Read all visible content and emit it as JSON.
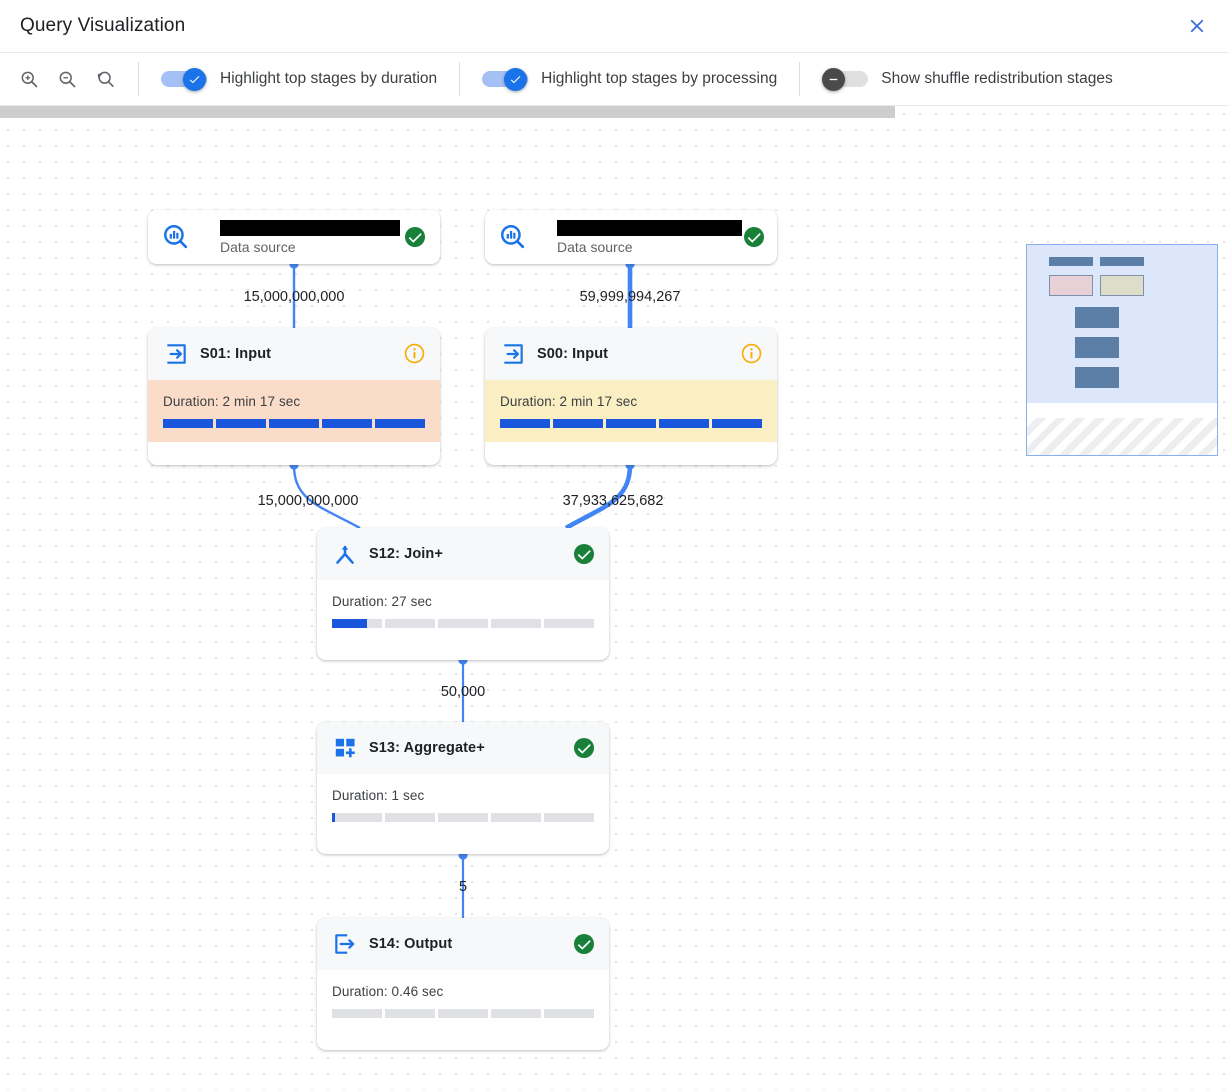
{
  "header": {
    "title": "Query Visualization",
    "close_icon": "close-icon"
  },
  "toolbar": {
    "zoom_in_icon": "zoom-in-icon",
    "zoom_out_icon": "zoom-out-icon",
    "zoom_reset_icon": "zoom-reset-icon",
    "toggles": [
      {
        "label": "Highlight top stages by duration",
        "on": true
      },
      {
        "label": "Highlight top stages by processing",
        "on": true
      },
      {
        "label": "Show shuffle redistribution stages",
        "on": false
      }
    ]
  },
  "colors": {
    "accent": "#1a73e8",
    "success": "#188038",
    "warning": "#f9ab00",
    "duration_highlight": "#fadcc8",
    "processing_highlight": "#faeec3",
    "bar_fill": "#1a56db"
  },
  "graph": {
    "nodes": [
      {
        "id": "ds1",
        "type": "datasource",
        "icon": "bigquery-datasource-icon",
        "title_redacted": true,
        "subtitle": "Data source",
        "status_icon": "check-circle-icon"
      },
      {
        "id": "ds2",
        "type": "datasource",
        "icon": "bigquery-datasource-icon",
        "title_redacted": true,
        "subtitle": "Data source",
        "status_icon": "check-circle-icon"
      },
      {
        "id": "s01",
        "type": "stage",
        "icon": "input-arrow-icon",
        "title": "S01: Input",
        "status_icon": "info-icon",
        "duration_label": "Duration: 2 min 17 sec",
        "highlight": "duration",
        "bar_segments": [
          100,
          100,
          100,
          100,
          100
        ]
      },
      {
        "id": "s00",
        "type": "stage",
        "icon": "input-arrow-icon",
        "title": "S00: Input",
        "status_icon": "info-icon",
        "duration_label": "Duration: 2 min 17 sec",
        "highlight": "processing",
        "bar_segments": [
          100,
          100,
          100,
          100,
          100
        ]
      },
      {
        "id": "s12",
        "type": "stage",
        "icon": "join-icon",
        "title": "S12: Join+",
        "status_icon": "check-circle-icon",
        "duration_label": "Duration: 27 sec",
        "highlight": "none",
        "bar_segments": [
          70,
          0,
          0,
          0,
          0
        ]
      },
      {
        "id": "s13",
        "type": "stage",
        "icon": "aggregate-icon",
        "title": "S13: Aggregate+",
        "status_icon": "check-circle-icon",
        "duration_label": "Duration: 1 sec",
        "highlight": "none",
        "bar_segments": [
          6,
          0,
          0,
          0,
          0
        ]
      },
      {
        "id": "s14",
        "type": "stage",
        "icon": "output-arrow-icon",
        "title": "S14: Output",
        "status_icon": "check-circle-icon",
        "duration_label": "Duration: 0.46 sec",
        "highlight": "none",
        "bar_segments": [
          0,
          0,
          0,
          0,
          0
        ]
      }
    ],
    "edges": [
      {
        "from": "ds1",
        "to": "s01",
        "label": "15,000,000,000",
        "weight": "thin"
      },
      {
        "from": "ds2",
        "to": "s00",
        "label": "59,999,994,267",
        "weight": "thick"
      },
      {
        "from": "s01",
        "to": "s12",
        "label": "15,000,000,000",
        "weight": "thin"
      },
      {
        "from": "s00",
        "to": "s12",
        "label": "37,933,625,682",
        "weight": "thick"
      },
      {
        "from": "s12",
        "to": "s13",
        "label": "50,000",
        "weight": "thin"
      },
      {
        "from": "s13",
        "to": "s14",
        "label": "5",
        "weight": "thin"
      }
    ]
  },
  "minimap": {
    "name": "graph-minimap"
  }
}
